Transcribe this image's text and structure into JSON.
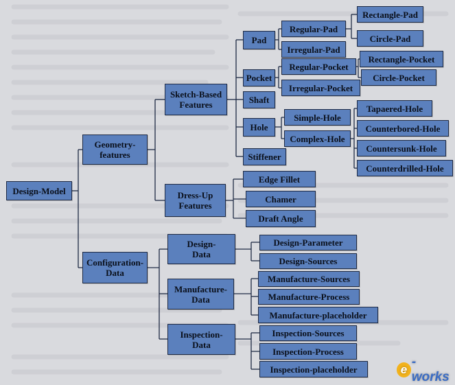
{
  "diagram": {
    "root": "Design-Model",
    "geometry": "Geometry-\nfeatures",
    "sketch": "Sketch-Based\nFeatures",
    "dressup": "Dress-Up\nFeatures",
    "pad": "Pad",
    "pocket": "Pocket",
    "shaft": "Shaft",
    "hole": "Hole",
    "stiffener": "Stiffener",
    "regular_pad": "Regular-Pad",
    "irregular_pad": "Irregular-Pad",
    "regular_pocket": "Regular-Pocket",
    "irregular_pocket": "Irregular-Pocket",
    "rect_pad": "Rectangle-Pad",
    "circle_pad": "Circle-Pad",
    "rect_pocket": "Rectangle-Pocket",
    "circle_pocket": "Circle-Pocket",
    "simple_hole": "Simple-Hole",
    "complex_hole": "Complex-Hole",
    "tapered_hole": "Tapaered-Hole",
    "counterbored_hole": "Counterbored-Hole",
    "countersunk_hole": "Countersunk-Hole",
    "counterdrilled_hole": "Counterdrilled-Hole",
    "edge_fillet": "Edge Fillet",
    "chamer": "Chamer",
    "draft_angle": "Draft Angle",
    "config": "Configuration-\nData",
    "design_data": "Design-\nData",
    "manufacture_data": "Manufacture-\nData",
    "inspection_data": "Inspection-\nData",
    "design_parameter": "Design-Parameter",
    "design_sources": "Design-Sources",
    "manufacture_sources": "Manufacture-Sources",
    "manufacture_process": "Manufacture-Process",
    "manufacture_placeholder": "Manufacture-placeholder",
    "inspection_sources": "Inspection-Sources",
    "inspection_process": "Inspection-Process",
    "inspection_placeholder": "Inspection-placeholder"
  },
  "watermark": {
    "e": "e",
    "rest": "-works"
  },
  "colors": {
    "node_fill": "#5b80bd",
    "node_border": "#1e2a44",
    "line": "#1e2a44",
    "background": "#d9dade"
  }
}
